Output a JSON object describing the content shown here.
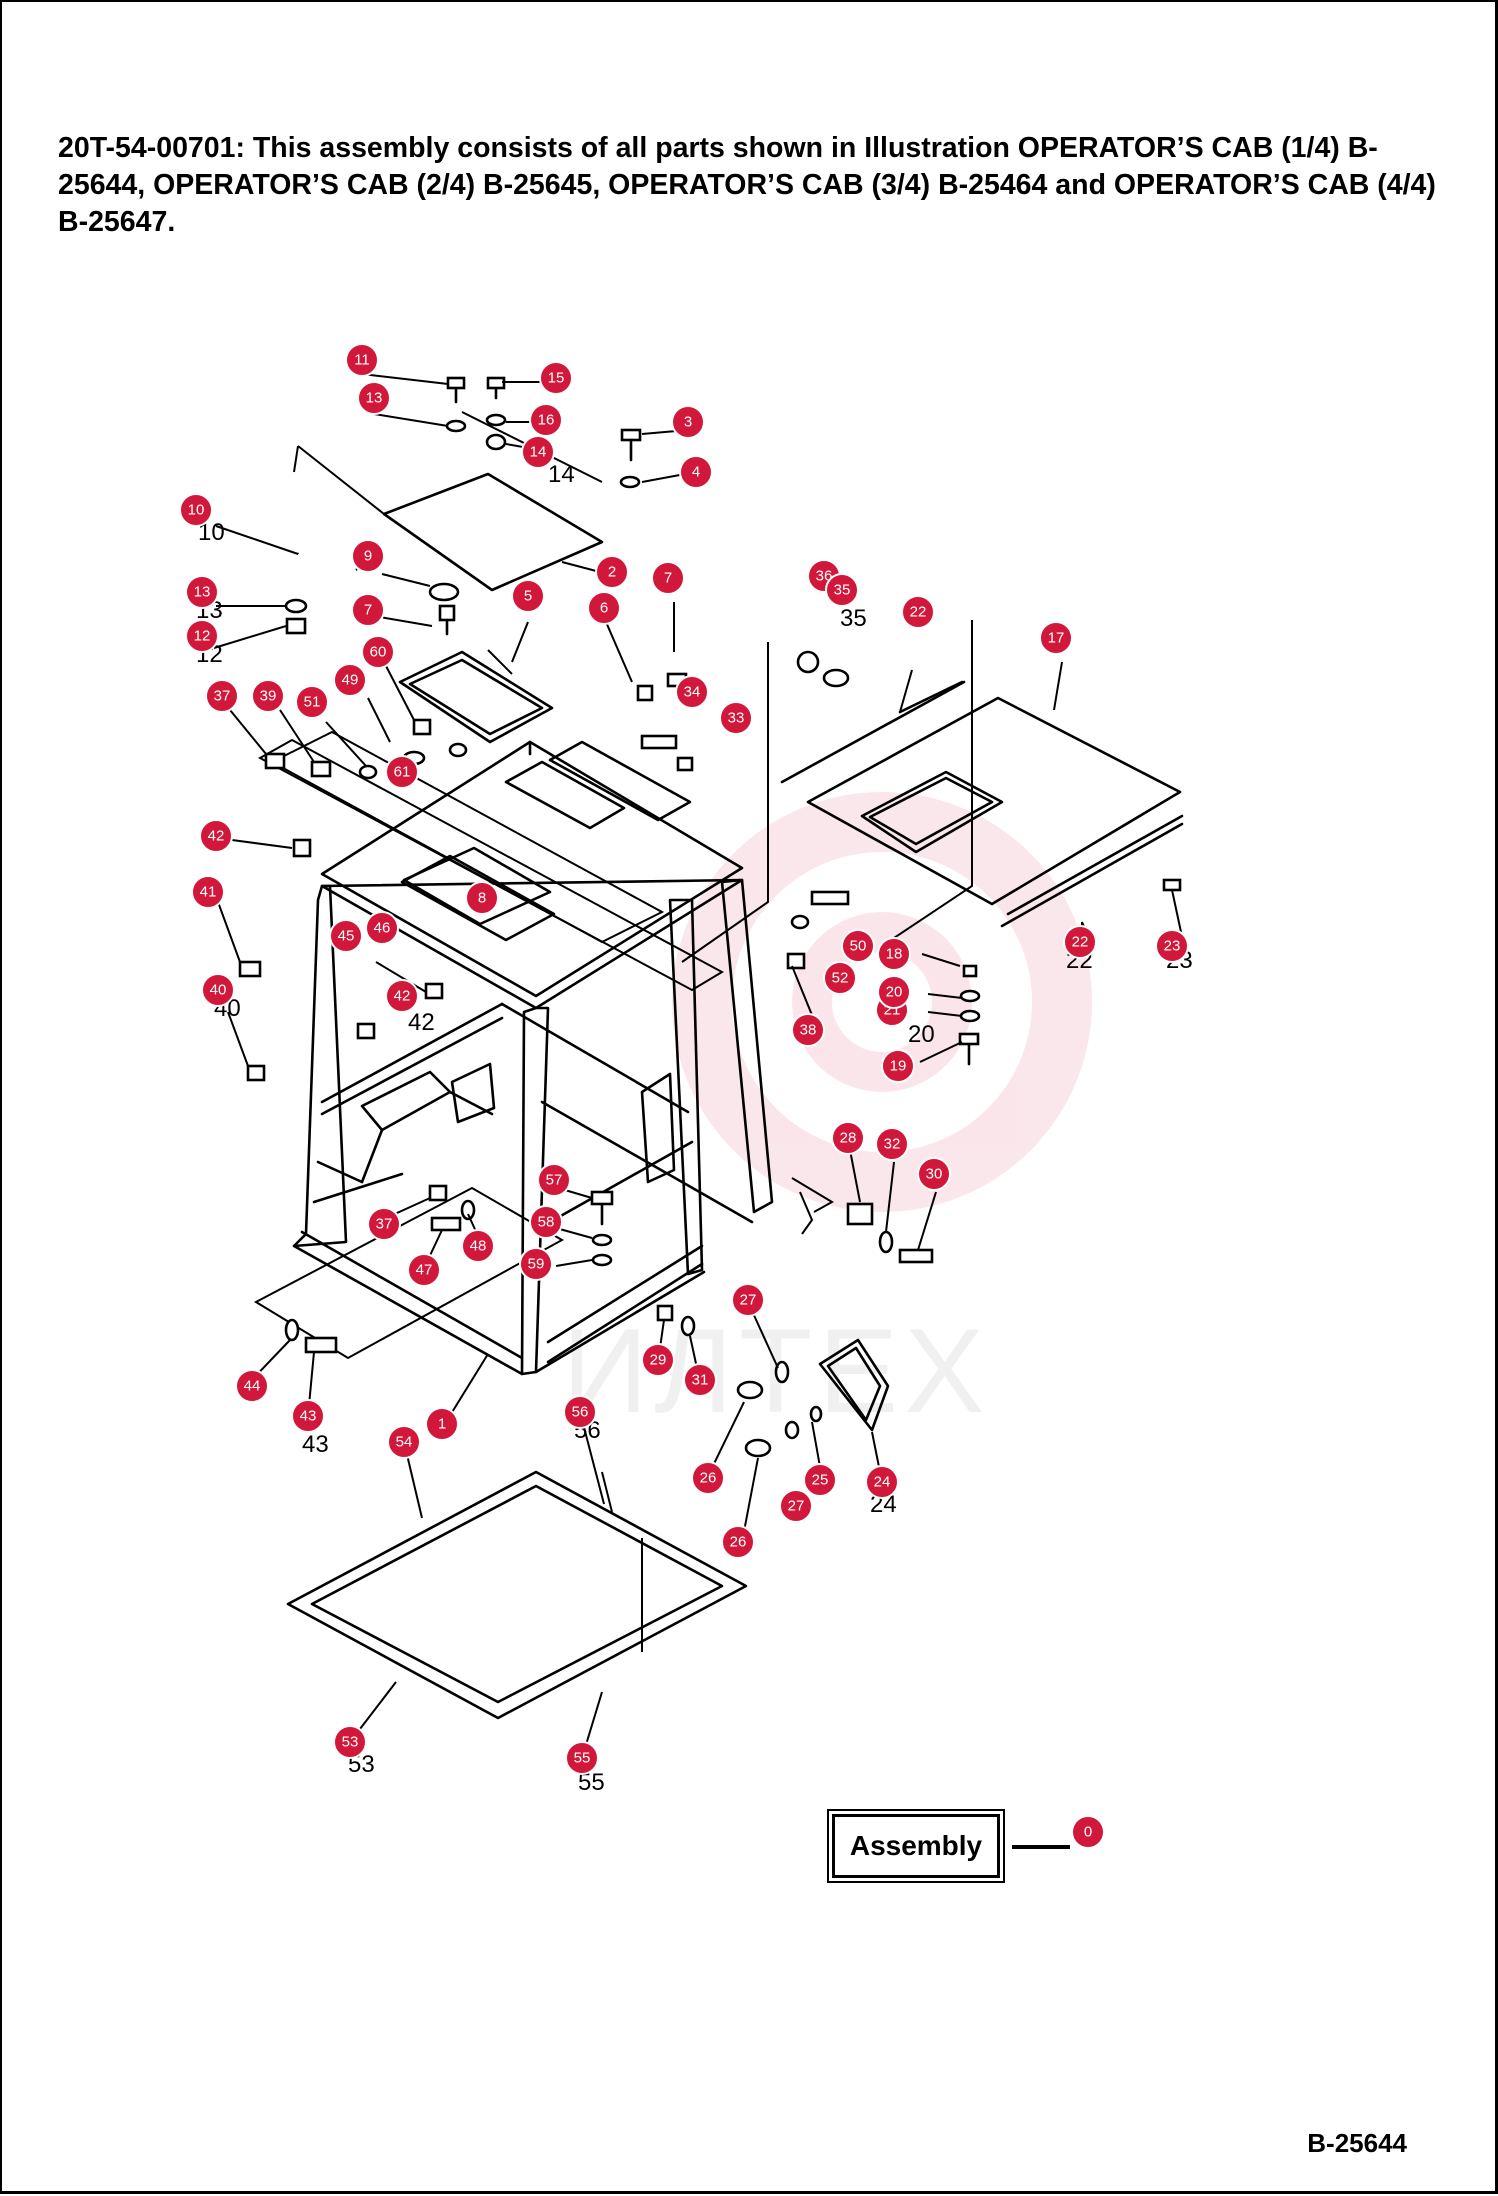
{
  "header": {
    "title": "20T-54-00701: This assembly consists of all parts shown in Illustration OPERATOR’S CAB (1/4) B-25644, OPERATOR’S CAB (2/4) B-25645, OPERATOR’S CAB (3/4) B-25464 and OPERATOR’S CAB (4/4) B-25647."
  },
  "assembly": {
    "label": "Assembly",
    "callout": "0"
  },
  "watermark": "ИЛТЕХ",
  "footer": {
    "illustration_number": "B-25644"
  },
  "callouts": [
    "11",
    "15",
    "13",
    "16",
    "14",
    "3",
    "4",
    "10",
    "9",
    "2",
    "7",
    "13",
    "5",
    "7",
    "6",
    "12",
    "60",
    "36",
    "35",
    "22",
    "17",
    "37",
    "39",
    "51",
    "49",
    "34",
    "33",
    "61",
    "42",
    "8",
    "41",
    "45",
    "46",
    "50",
    "18",
    "52",
    "21",
    "20",
    "22",
    "23",
    "40",
    "42",
    "38",
    "19",
    "28",
    "32",
    "30",
    "57",
    "58",
    "37",
    "48",
    "47",
    "59",
    "27",
    "29",
    "31",
    "44",
    "43",
    "56",
    "54",
    "1",
    "26",
    "25",
    "24",
    "27",
    "26",
    "53",
    "55"
  ],
  "colors": {
    "callout_fill": "#d1173a",
    "line": "#000000"
  }
}
